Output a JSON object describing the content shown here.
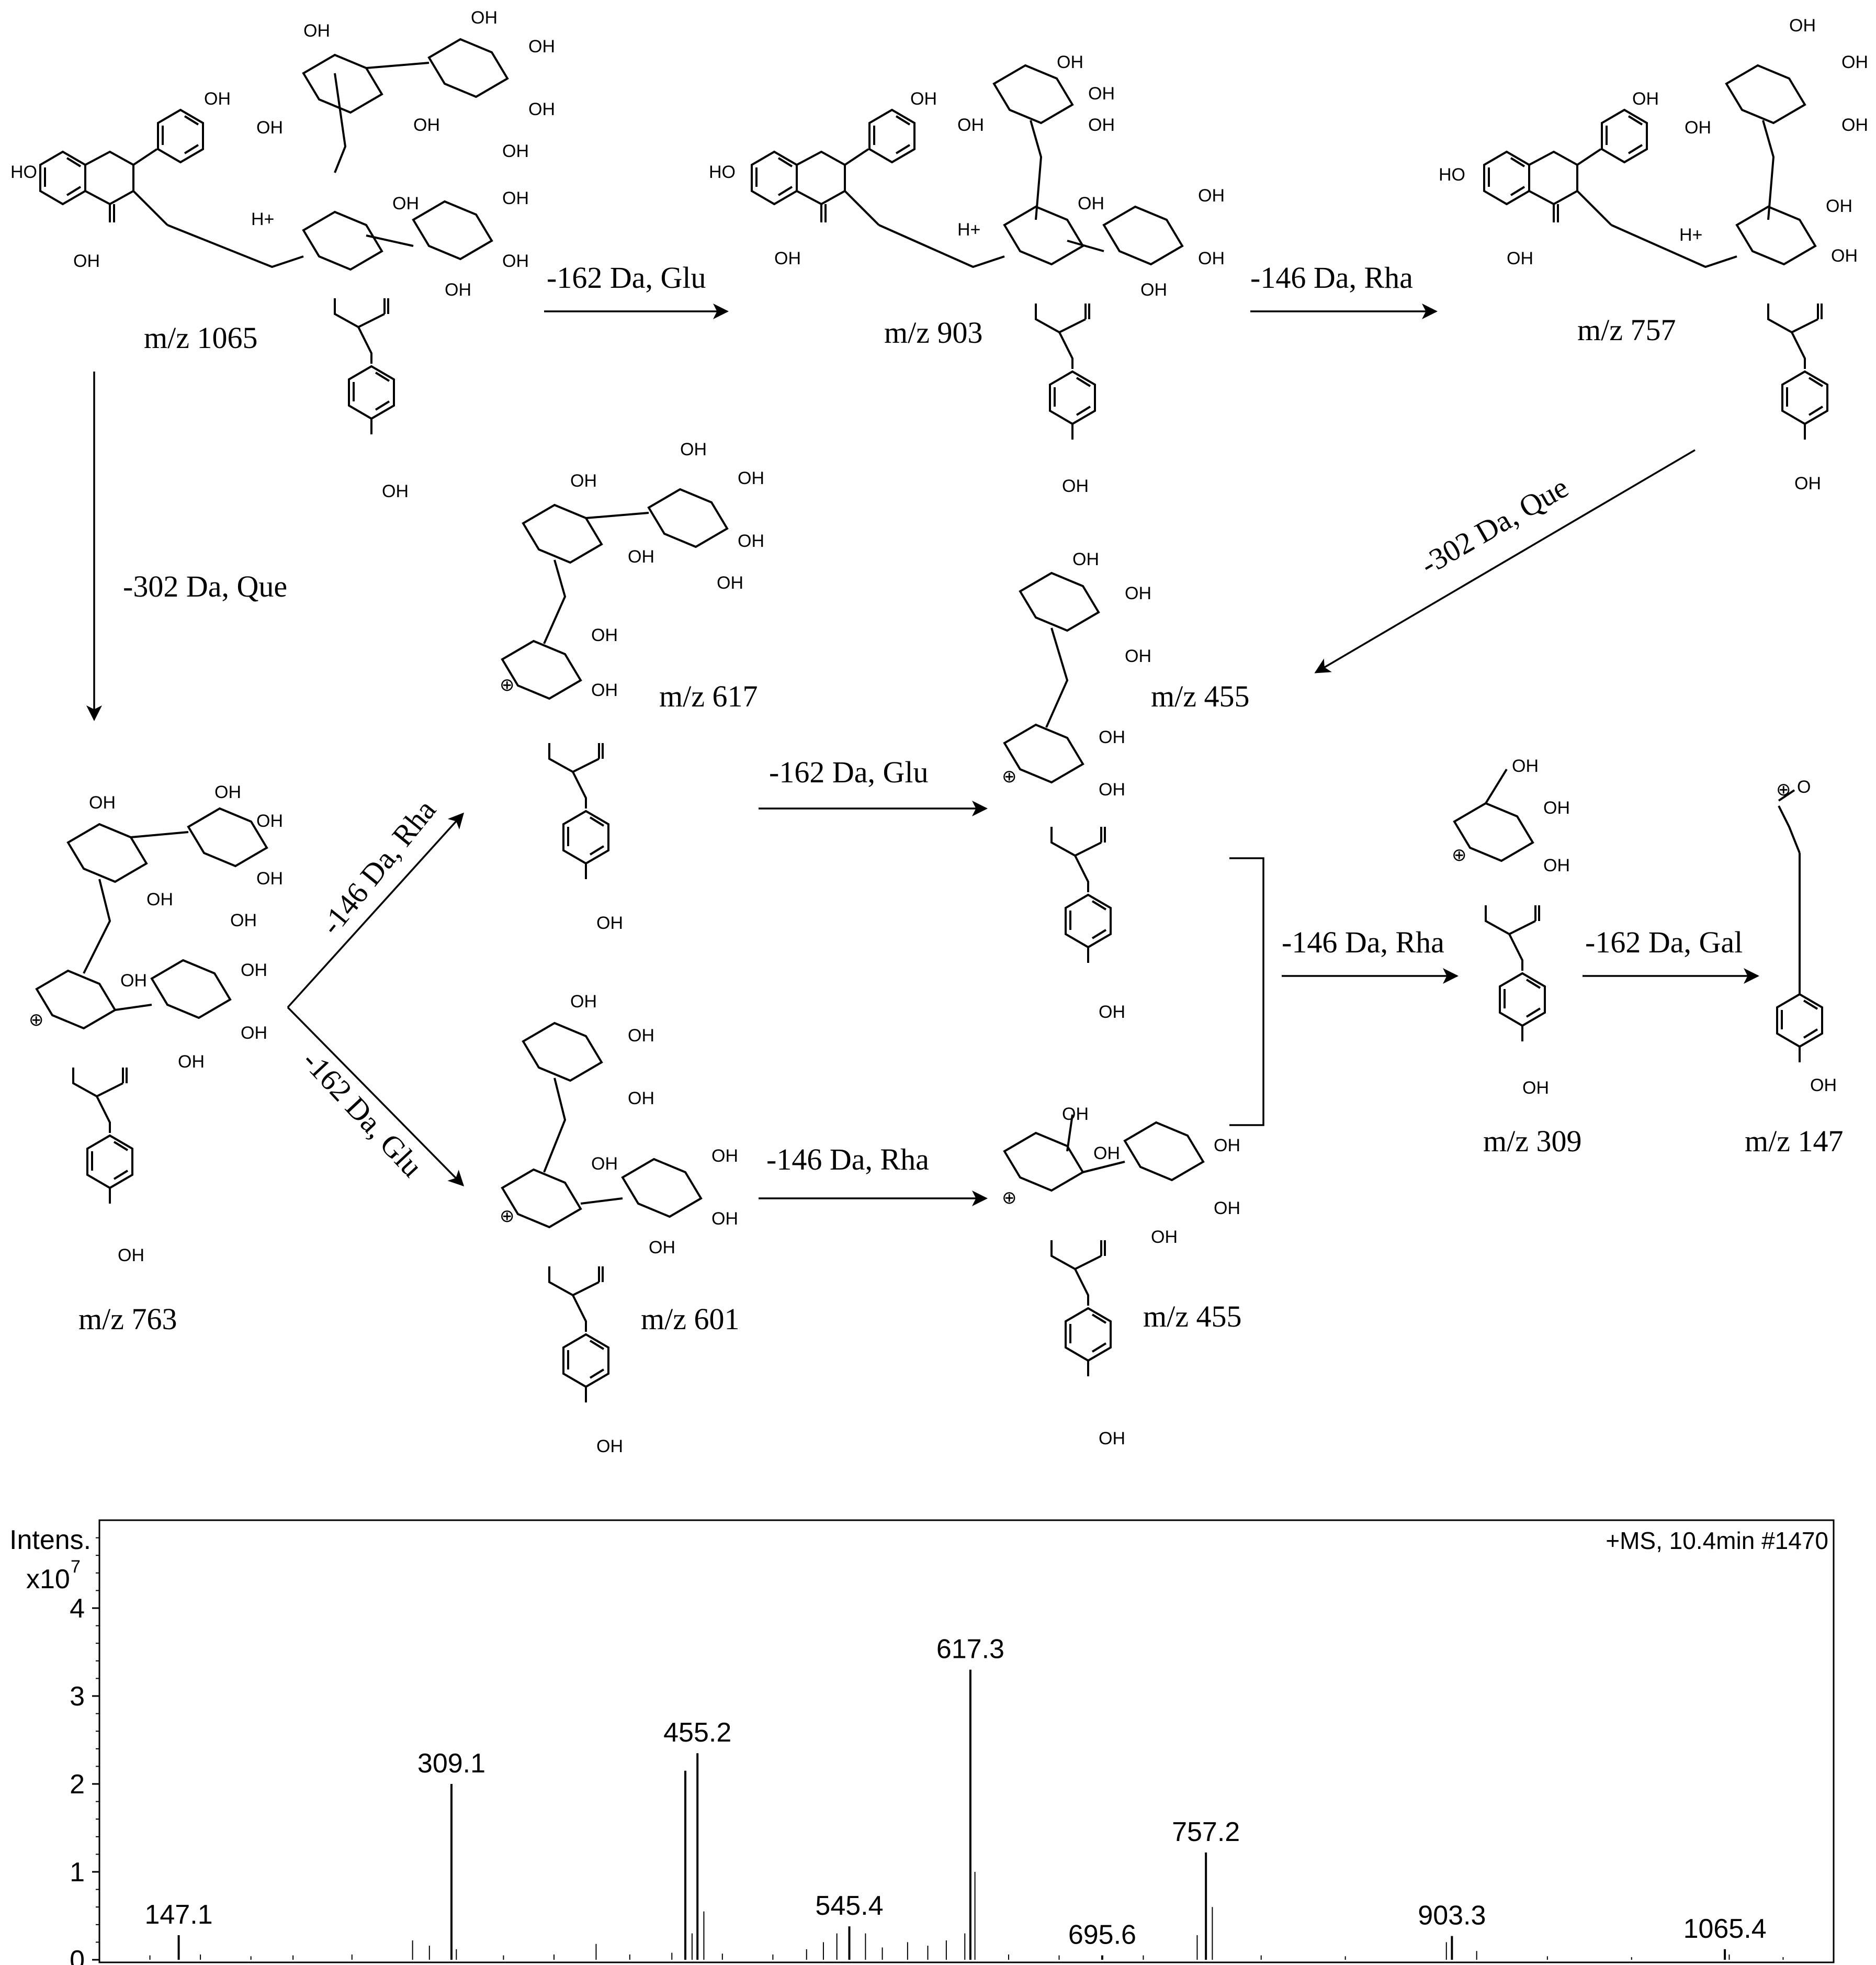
{
  "structures": [
    {
      "id": "s1065",
      "mz_label": "m/z 1065"
    },
    {
      "id": "s903",
      "mz_label": "m/z 903"
    },
    {
      "id": "s757",
      "mz_label": "m/z 757"
    },
    {
      "id": "s617",
      "mz_label": "m/z 617"
    },
    {
      "id": "s455a",
      "mz_label": "m/z 455"
    },
    {
      "id": "s763",
      "mz_label": "m/z 763"
    },
    {
      "id": "s601",
      "mz_label": "m/z 601"
    },
    {
      "id": "s455b",
      "mz_label": "m/z 455"
    },
    {
      "id": "s309",
      "mz_label": "m/z 309"
    },
    {
      "id": "s147",
      "mz_label": "m/z 147"
    }
  ],
  "transitions": [
    {
      "from": "s1065",
      "to": "s903",
      "label": "-162 Da, Glu"
    },
    {
      "from": "s903",
      "to": "s757",
      "label": "-146 Da, Rha"
    },
    {
      "from": "s1065",
      "to": "s763",
      "label": "-302 Da, Que"
    },
    {
      "from": "s757",
      "to": "s455a",
      "label": "-302 Da, Que"
    },
    {
      "from": "s763",
      "to": "s617",
      "label": "-146 Da, Rha"
    },
    {
      "from": "s763",
      "to": "s601",
      "label": "-162 Da, Glu"
    },
    {
      "from": "s617",
      "to": "s455a",
      "label": "-162 Da, Glu"
    },
    {
      "from": "s601",
      "to": "s455b",
      "label": "-146 Da, Rha"
    },
    {
      "from": "s455",
      "to": "s309",
      "label": "-146 Da, Rha"
    },
    {
      "from": "s309",
      "to": "s147",
      "label": "-162 Da, Gal"
    }
  ],
  "atoms": {
    "oh": "OH",
    "ho": "HO",
    "o": "O",
    "h_plus": "H+",
    "cation": "⊕"
  },
  "chart_data": {
    "type": "bar",
    "subtype": "mass-spectrum",
    "y_axis_title_line1": "Intens.",
    "y_axis_title_line2": "x10",
    "y_axis_exponent": "7",
    "ms_info": "+MS, 10.4min #1470",
    "ylim": [
      0,
      5
    ],
    "yticks": [
      "0",
      "1",
      "2",
      "3",
      "4"
    ],
    "xlim": [
      100,
      1130
    ],
    "peaks": [
      {
        "mz": 147.1,
        "intensity": 0.28,
        "label": "147.1"
      },
      {
        "mz": 309.1,
        "intensity": 2.0,
        "label": "309.1"
      },
      {
        "mz": 455.2,
        "intensity": 2.35,
        "label": "455.2"
      },
      {
        "mz": 448.0,
        "intensity": 2.15,
        "label": ""
      },
      {
        "mz": 545.4,
        "intensity": 0.38,
        "label": "545.4"
      },
      {
        "mz": 617.3,
        "intensity": 3.3,
        "label": "617.3"
      },
      {
        "mz": 695.6,
        "intensity": 0.05,
        "label": "695.6"
      },
      {
        "mz": 757.2,
        "intensity": 1.22,
        "label": "757.2"
      },
      {
        "mz": 903.3,
        "intensity": 0.27,
        "label": "903.3"
      },
      {
        "mz": 1065.4,
        "intensity": 0.12,
        "label": "1065.4"
      }
    ],
    "minor_peaks": [
      {
        "mz": 130,
        "intensity": 0.05
      },
      {
        "mz": 160,
        "intensity": 0.06
      },
      {
        "mz": 190,
        "intensity": 0.04
      },
      {
        "mz": 215,
        "intensity": 0.05
      },
      {
        "mz": 250,
        "intensity": 0.06
      },
      {
        "mz": 286,
        "intensity": 0.22
      },
      {
        "mz": 296,
        "intensity": 0.16
      },
      {
        "mz": 312,
        "intensity": 0.12
      },
      {
        "mz": 340,
        "intensity": 0.05
      },
      {
        "mz": 370,
        "intensity": 0.06
      },
      {
        "mz": 395,
        "intensity": 0.18
      },
      {
        "mz": 415,
        "intensity": 0.06
      },
      {
        "mz": 440,
        "intensity": 0.08
      },
      {
        "mz": 452,
        "intensity": 0.3
      },
      {
        "mz": 459,
        "intensity": 0.55
      },
      {
        "mz": 470,
        "intensity": 0.07
      },
      {
        "mz": 500,
        "intensity": 0.06
      },
      {
        "mz": 520,
        "intensity": 0.12
      },
      {
        "mz": 530,
        "intensity": 0.2
      },
      {
        "mz": 538,
        "intensity": 0.3
      },
      {
        "mz": 555,
        "intensity": 0.3
      },
      {
        "mz": 565,
        "intensity": 0.14
      },
      {
        "mz": 580,
        "intensity": 0.2
      },
      {
        "mz": 592,
        "intensity": 0.16
      },
      {
        "mz": 603,
        "intensity": 0.22
      },
      {
        "mz": 614,
        "intensity": 0.3
      },
      {
        "mz": 620,
        "intensity": 1.0
      },
      {
        "mz": 640,
        "intensity": 0.06
      },
      {
        "mz": 670,
        "intensity": 0.05
      },
      {
        "mz": 720,
        "intensity": 0.05
      },
      {
        "mz": 752,
        "intensity": 0.28
      },
      {
        "mz": 761,
        "intensity": 0.6
      },
      {
        "mz": 790,
        "intensity": 0.05
      },
      {
        "mz": 840,
        "intensity": 0.04
      },
      {
        "mz": 900,
        "intensity": 0.2
      },
      {
        "mz": 918,
        "intensity": 0.1
      },
      {
        "mz": 960,
        "intensity": 0.04
      },
      {
        "mz": 1010,
        "intensity": 0.03
      },
      {
        "mz": 1068,
        "intensity": 0.06
      },
      {
        "mz": 1100,
        "intensity": 0.03
      }
    ]
  }
}
